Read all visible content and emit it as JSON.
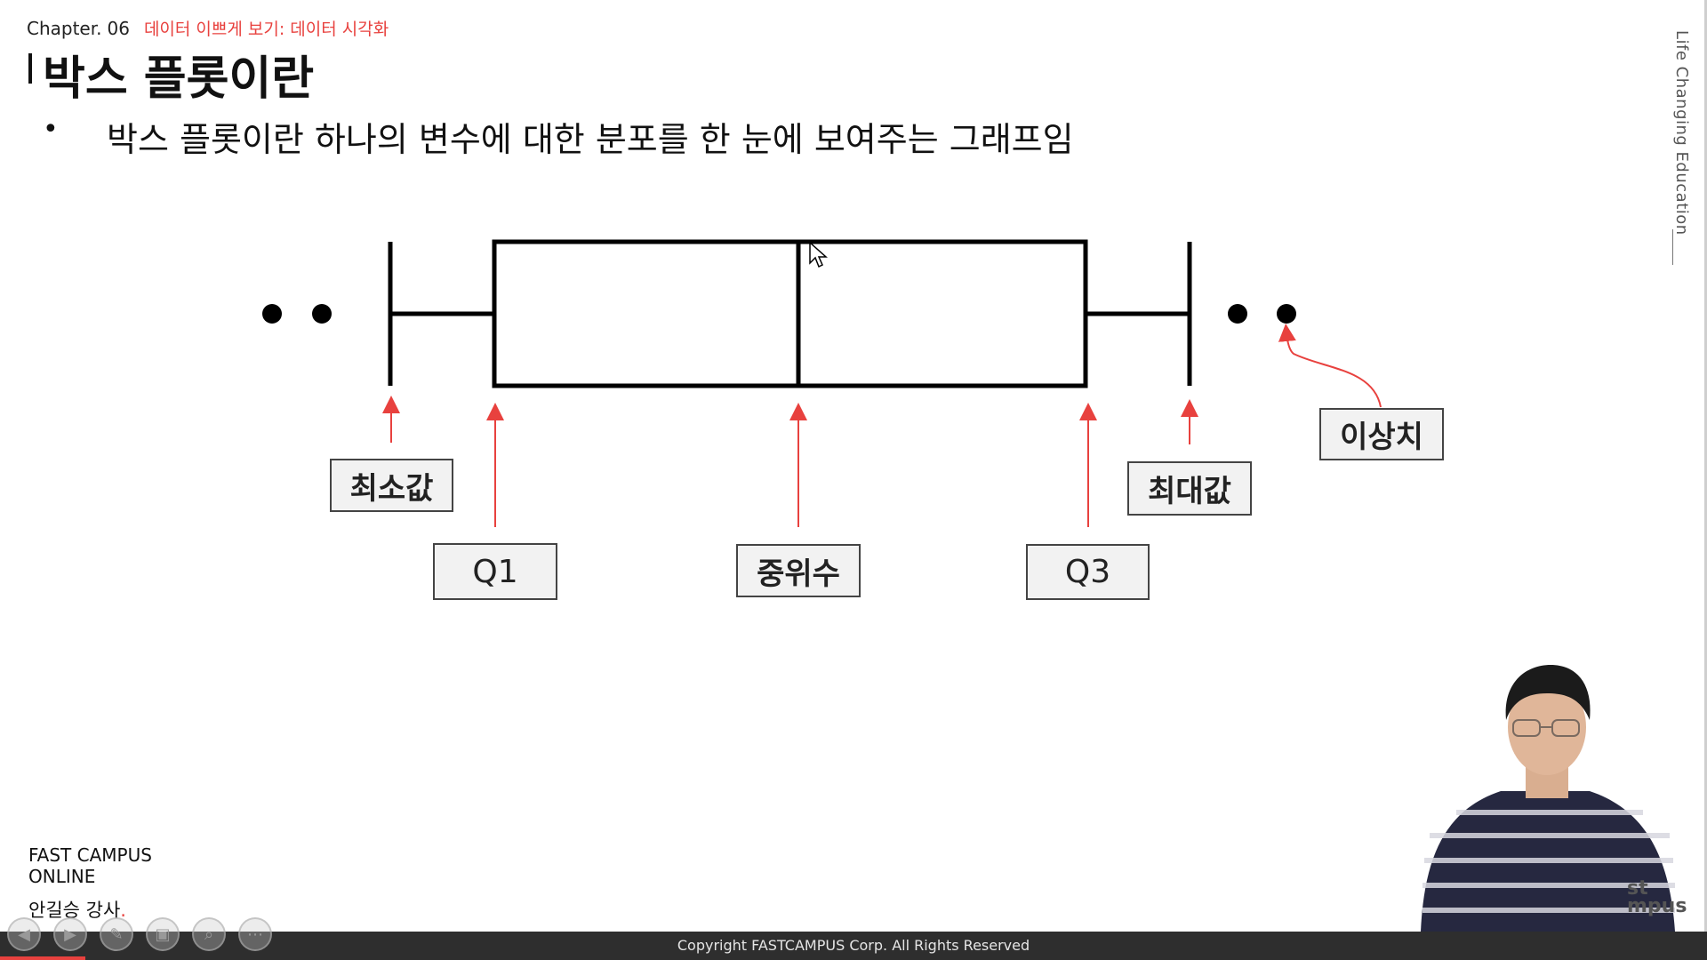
{
  "header": {
    "chapter_label": "Chapter.",
    "chapter_number": "06",
    "chapter_title": "데이터 이쁘게 보기: 데이터 시각화"
  },
  "title": "박스 플롯이란",
  "bullet": "박스 플롯이란 하나의 변수에 대한 분포를 한 눈에 보여주는 그래프임",
  "side_text": "Life Changing Education",
  "diagram": {
    "labels": {
      "min": "최소값",
      "q1": "Q1",
      "median": "중위수",
      "q3": "Q3",
      "max": "최대값",
      "outlier": "이상치"
    },
    "arrow_color": "#e8413e"
  },
  "brand": {
    "line1": "FAST CAMPUS",
    "line2": "ONLINE",
    "instructor": "안길승 강사",
    "instructor_dot": "."
  },
  "logo_fragment": {
    "line1": "st",
    "line2": "mpus"
  },
  "footer": {
    "copyright": "Copyright FASTCAMPUS Corp. All Rights Reserved"
  },
  "controls": [
    {
      "name": "previous-slide",
      "icon": "chevron-left-icon",
      "glyph": "◀"
    },
    {
      "name": "next-slide",
      "icon": "chevron-right-icon",
      "glyph": "▶"
    },
    {
      "name": "pen-tool",
      "icon": "pen-icon",
      "glyph": "✎"
    },
    {
      "name": "slides-view",
      "icon": "slides-icon",
      "glyph": "▣"
    },
    {
      "name": "zoom",
      "icon": "magnifier-icon",
      "glyph": "⌕"
    },
    {
      "name": "more-options",
      "icon": "ellipsis-icon",
      "glyph": "⋯"
    }
  ],
  "progress_fraction": 0.05
}
